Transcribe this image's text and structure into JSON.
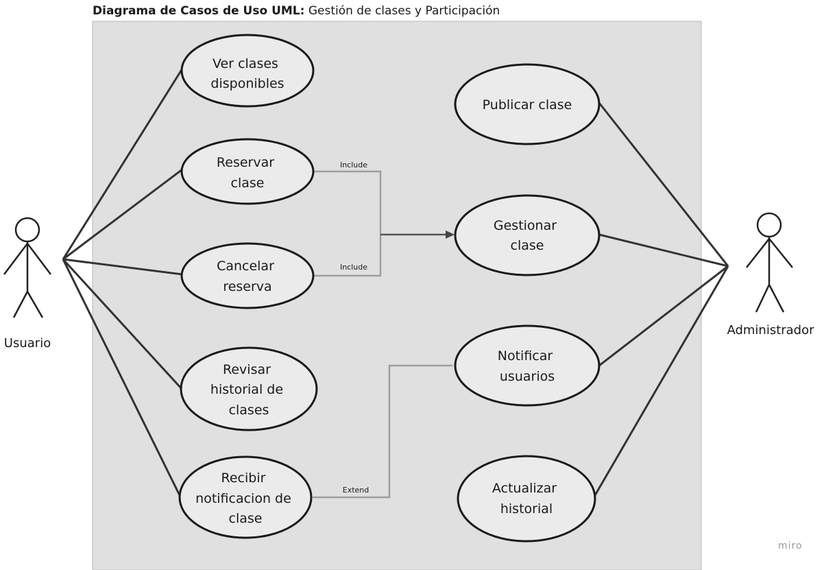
{
  "title": {
    "bold": "Diagrama de Casos de Uso UML:",
    "rest": " Gestión de clases y Participación"
  },
  "actors": {
    "usuario": "Usuario",
    "administrador": "Administrador"
  },
  "use_cases": {
    "ver_clases": [
      "Ver clases",
      "disponibles"
    ],
    "reservar": [
      "Reservar",
      "clase"
    ],
    "cancelar": [
      "Cancelar",
      "reserva"
    ],
    "revisar": [
      "Revisar",
      "historial de",
      "clases"
    ],
    "recibir": [
      "Recibir",
      "notificacion de",
      "clase"
    ],
    "publicar": [
      "Publicar clase"
    ],
    "gestionar": [
      "Gestionar",
      "clase"
    ],
    "notificar": [
      "Notificar",
      "usuarios"
    ],
    "actualizar": [
      "Actualizar",
      "historial"
    ]
  },
  "relations": {
    "include_1": "Include",
    "include_2": "Include",
    "extend": "Extend"
  },
  "colors": {
    "boundary_fill": "#e0e0e0",
    "boundary_stroke": "#b8b8b8",
    "usecase_fill": "#ebebeb",
    "line": "#333333",
    "relation_line": "#9e9e9e"
  },
  "watermark": "miro"
}
